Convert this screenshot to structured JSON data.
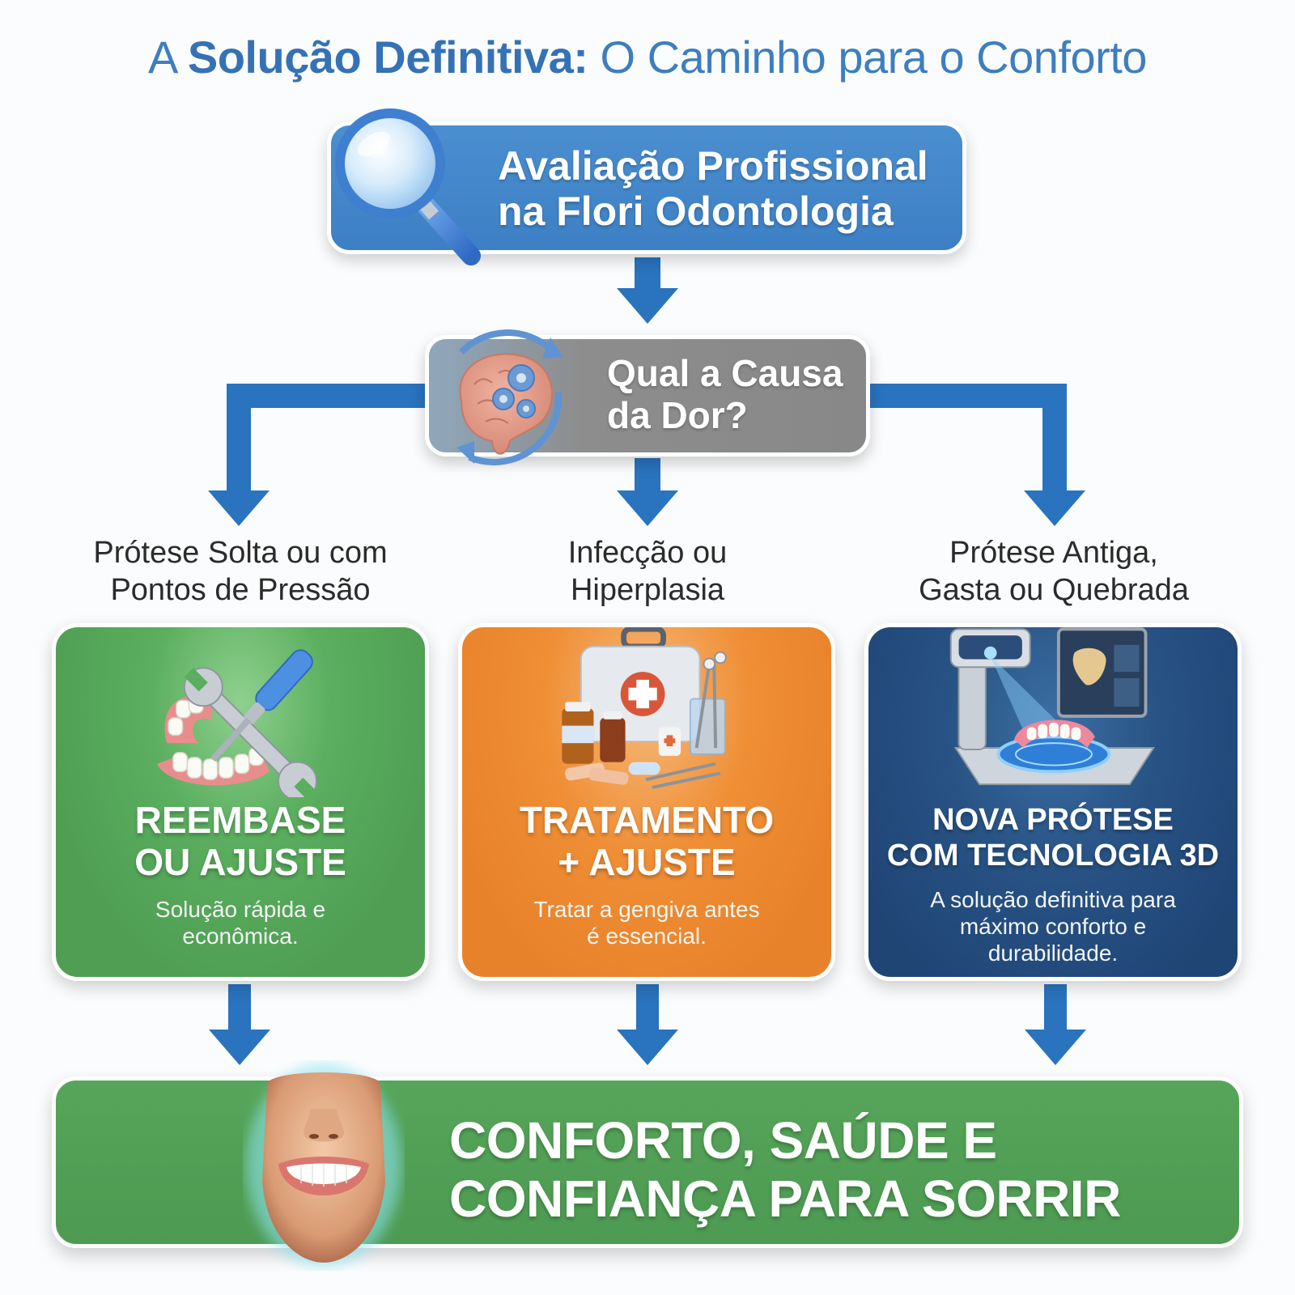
{
  "title": {
    "prefix": "A ",
    "bold": "Solução Definitiva:",
    "rest": " O Caminho para o Conforto"
  },
  "colors": {
    "title_blue": "#3d7ebf",
    "arrow_blue": "#2a73be",
    "top_box_blue": "#4387c9",
    "question_gray": "#8a8a8a",
    "card_green": "#55a659",
    "card_orange": "#ec8a32",
    "card_navy": "#24497a",
    "result_green": "#51a056"
  },
  "evaluation": {
    "icon": "magnifier-icon",
    "line1": "Avaliação Profissional",
    "line2": "na Flori Odontologia"
  },
  "question": {
    "icon": "brain-gears-icon",
    "line1": "Qual a Causa",
    "line2": "da Dor?"
  },
  "branches": [
    {
      "cause_line1": "Prótese Solta ou com",
      "cause_line2": "Pontos de Pressão",
      "icon": "denture-tools-icon",
      "heading_line1": "REEMBASE",
      "heading_line2": "OU AJUSTE",
      "desc_line1": "Solução rápida e",
      "desc_line2": "econômica."
    },
    {
      "cause_line1": "Infecção ou",
      "cause_line2": "Hiperplasia",
      "icon": "first-aid-kit-icon",
      "heading_line1": "TRATAMENTO",
      "heading_line2": "+ AJUSTE",
      "desc_line1": "Tratar a gengiva antes",
      "desc_line2": "é essencial."
    },
    {
      "cause_line1": "Prótese Antiga,",
      "cause_line2": "Gasta ou Quebrada",
      "icon": "3d-scanner-icon",
      "heading_line1": "NOVA PRÓTESE",
      "heading_line2": "COM TECNOLOGIA 3D",
      "desc_line1": "A solução definitiva para",
      "desc_line2": "máximo conforto e",
      "desc_line3": "durabilidade."
    }
  ],
  "result": {
    "icon": "smile-icon",
    "line1": "CONFORTO, SAÚDE E",
    "line2": "CONFIANÇA PARA SORRIR"
  }
}
